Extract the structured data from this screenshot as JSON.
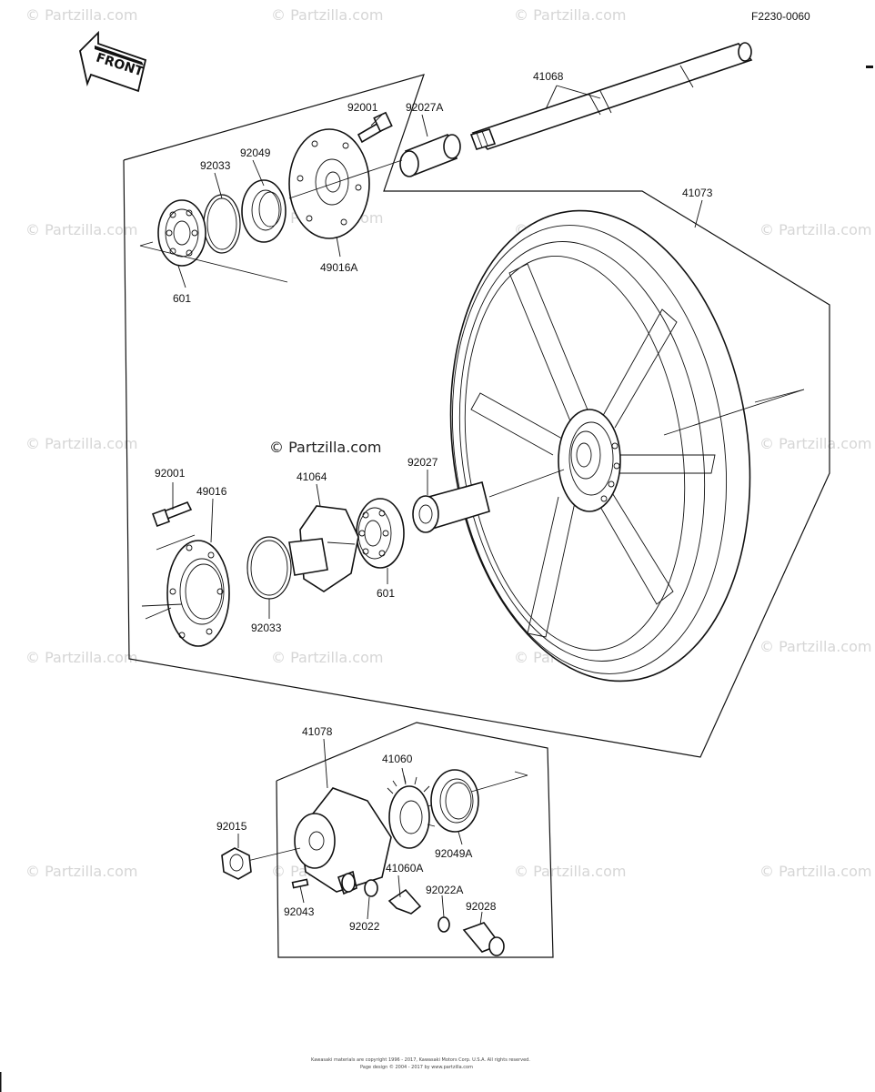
{
  "diagram_code": "F2230-0060",
  "front_label": "FRONT",
  "site_label": "© Partzilla.com",
  "watermark_text": "© Partzilla.com",
  "parts": {
    "p41068": "41068",
    "p92027A": "92027A",
    "p92001_top": "92001",
    "p92049": "92049",
    "p92033_top": "92033",
    "p41073": "41073",
    "p601_top": "601",
    "p49016A": "49016A",
    "p92001_mid": "92001",
    "p49016": "49016",
    "p41064": "41064",
    "p92027": "92027",
    "p601_mid": "601",
    "p92033_mid": "92033",
    "p41078": "41078",
    "p41060": "41060",
    "p92015": "92015",
    "p92049A": "92049A",
    "p41060A": "41060A",
    "p92022A": "92022A",
    "p92028": "92028",
    "p92043": "92043",
    "p92022": "92022"
  },
  "copyright_line1": "Kawasaki materials are copyright 1996 - 2017, Kawasaki Motors Corp. U.S.A.  All rights reserved.",
  "copyright_line2": "Page design © 2004 - 2017 by www.partzilla.com"
}
